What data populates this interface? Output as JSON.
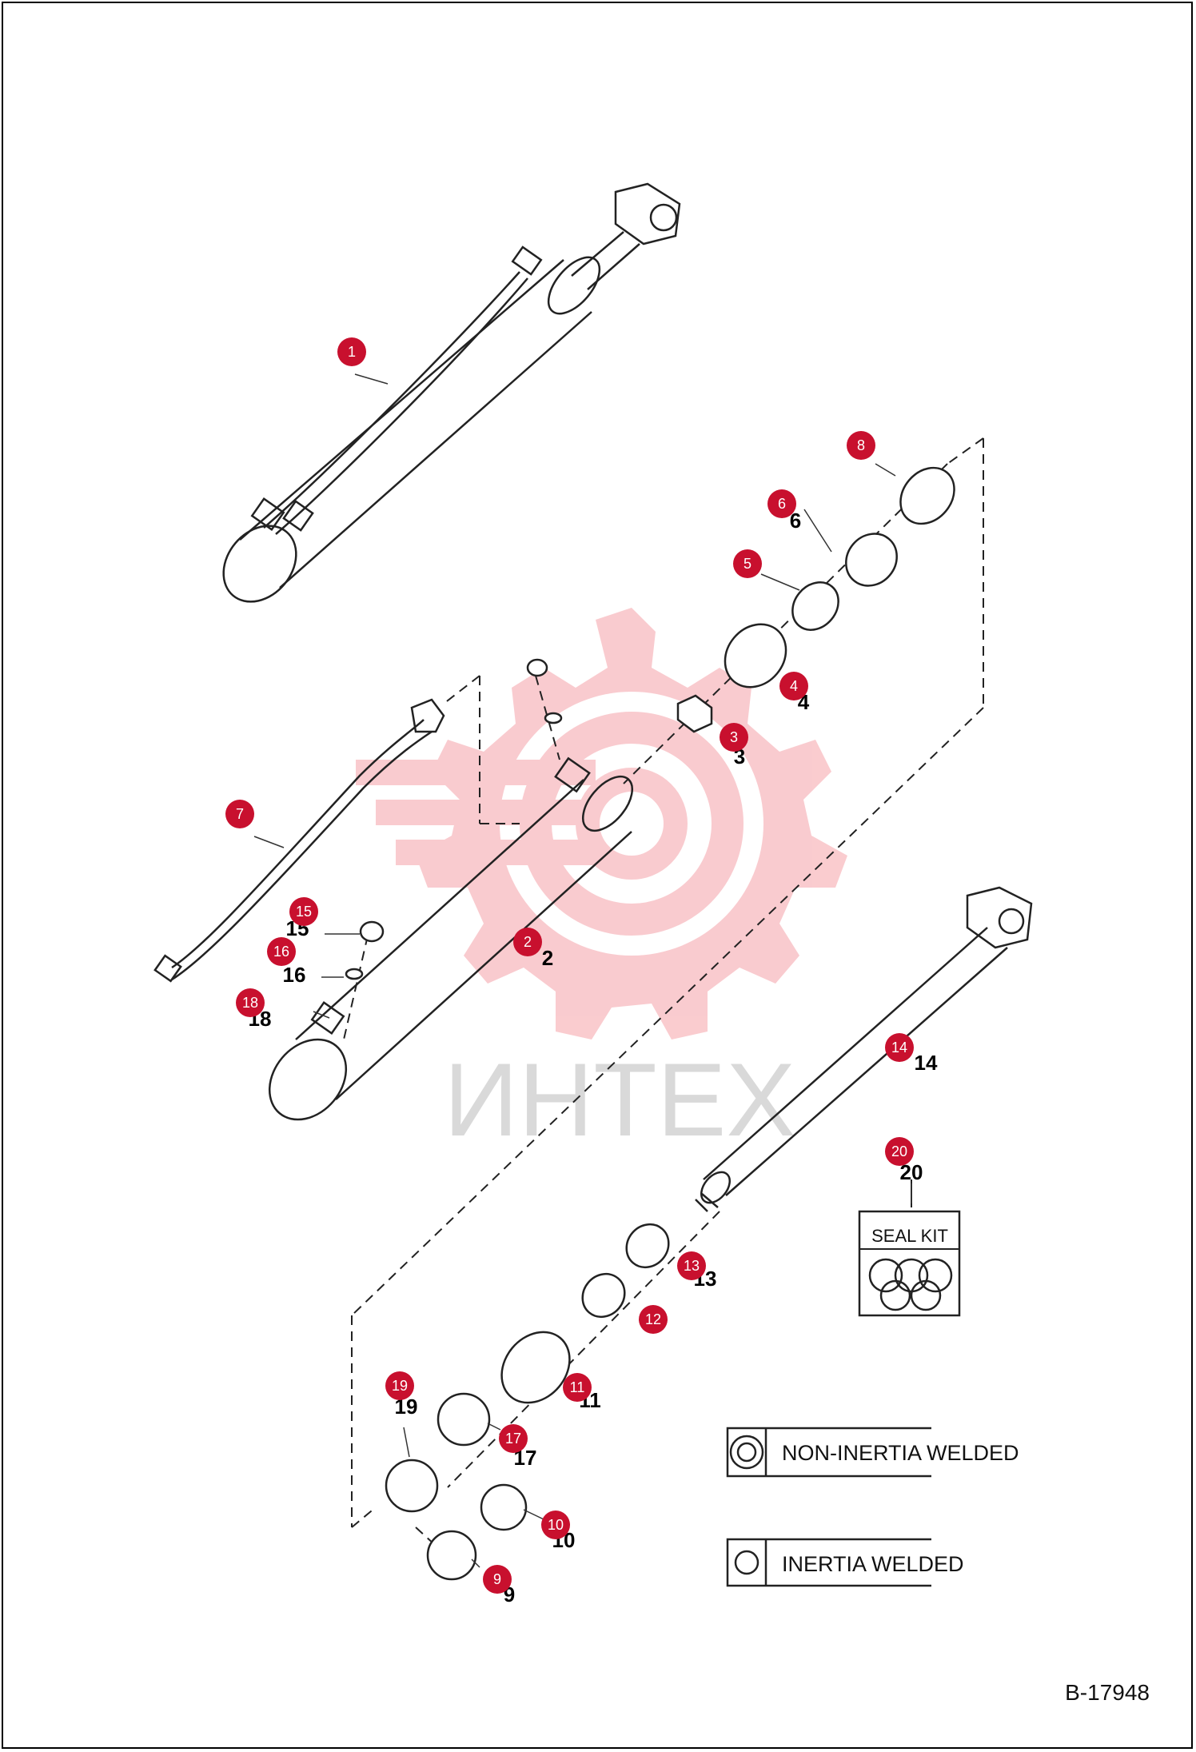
{
  "watermark": {
    "text": "ИНТЕХ",
    "color": "#f7c9cc"
  },
  "callout_color": "#c8102e",
  "callouts": [
    "1",
    "2",
    "3",
    "4",
    "5",
    "6",
    "7",
    "8",
    "9",
    "10",
    "11",
    "12",
    "13",
    "14",
    "15",
    "16",
    "17",
    "18",
    "19",
    "20"
  ],
  "part_labels": [
    "2",
    "3",
    "4",
    "6",
    "9",
    "10",
    "11",
    "13",
    "14",
    "15",
    "16",
    "17",
    "18",
    "19",
    "20"
  ],
  "seal_kit": {
    "title": "SEAL KIT",
    "number": "20"
  },
  "legend": [
    {
      "label": "NON-INERTIA WELDED",
      "icon": "double-circle-icon"
    },
    {
      "label": "INERTIA WELDED",
      "icon": "single-circle-icon"
    }
  ],
  "drawing_number": "B-17948"
}
